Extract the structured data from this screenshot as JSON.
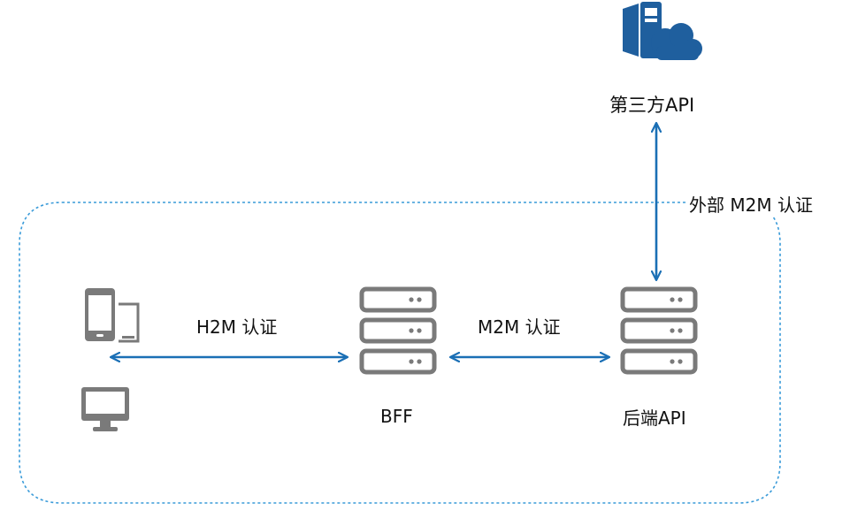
{
  "nodes": {
    "third_party": {
      "label": "第三方API",
      "icon": "cloud-server-icon"
    },
    "bff": {
      "label": "BFF",
      "icon": "server-stack-icon"
    },
    "backend": {
      "label": "后端API",
      "icon": "server-stack-icon"
    },
    "clients": {
      "icons": [
        "mobile-tablet-icon",
        "desktop-monitor-icon"
      ]
    }
  },
  "edges": {
    "h2m": {
      "label": "H2M 认证"
    },
    "m2m": {
      "label": "M2M 认证"
    },
    "external_m2m": {
      "label": "外部 M2M 认证"
    }
  },
  "colors": {
    "arrow": "#1a6fb5",
    "boundary": "#3a9bd9",
    "icon_gray": "#7a7a7a",
    "cloud_blue": "#1f5f9e"
  }
}
